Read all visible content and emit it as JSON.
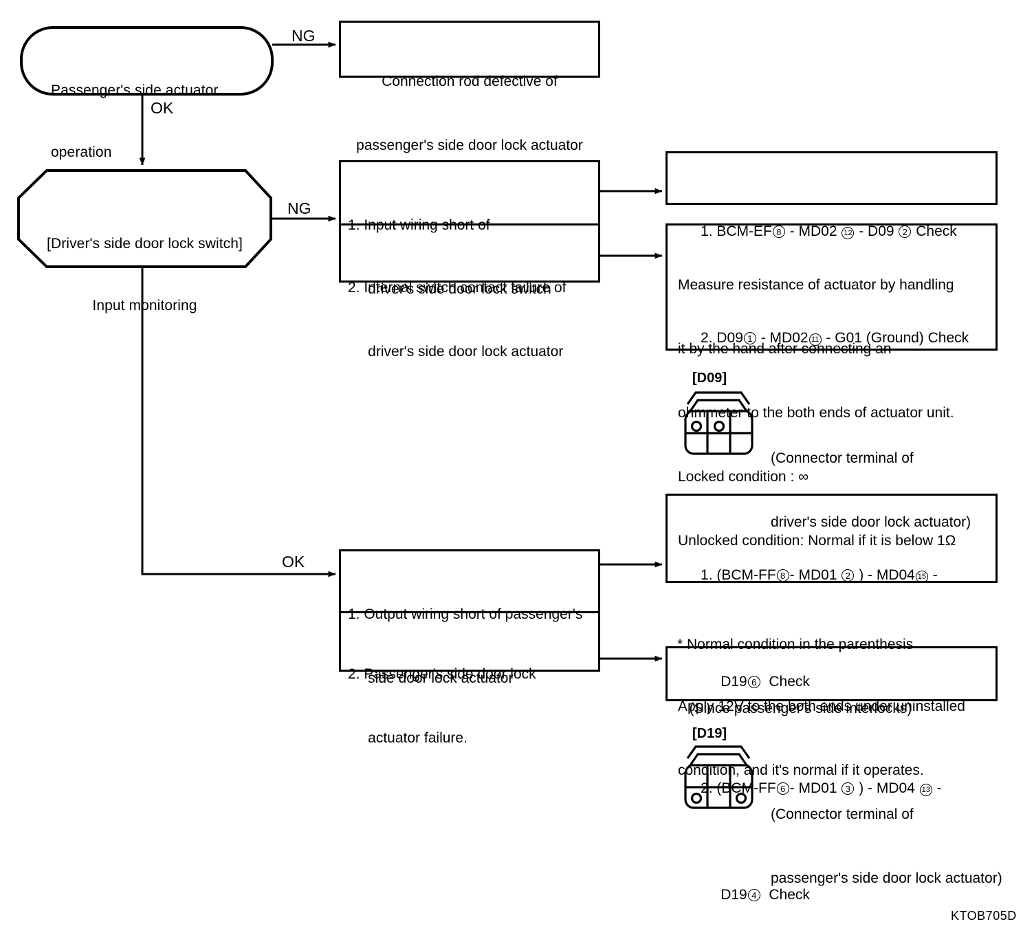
{
  "figure": {
    "code": "KTOB705D",
    "type": "troubleshooting-flowchart"
  },
  "nodes": {
    "start": {
      "shape": "rounded-rectangle",
      "line1": "Passenger's side actuator",
      "line2": "operation"
    },
    "decision": {
      "shape": "octagon",
      "line1": "[Driver's side door lock switch]",
      "line2": "Input monitoring"
    }
  },
  "edges": {
    "start_ng": "NG",
    "start_ok": "OK",
    "decision_ng": "NG",
    "decision_ok": "OK"
  },
  "boxes": {
    "connection_rod": {
      "line1": "Connection rod defective of",
      "line2": "passenger's side door lock actuator"
    },
    "ng_causes": {
      "item1_line1": "1. Input wiring short of",
      "item1_line2": "     driver's side door lock switch",
      "item2_line1": "2. Internal switch contact failure of",
      "item2_line2": "     driver's side door lock actuator"
    },
    "ok_causes": {
      "item1_line1": "1. Output wiring short of passenger's",
      "item1_line2": "     side door lock actuator",
      "item2_line1": "2. Passenger's side door lock",
      "item2_line2": "     actuator failure."
    },
    "check_d09": {
      "item1": {
        "pre": "1. BCM-EF",
        "n1": "8",
        "mid1": " - MD02 ",
        "n2": "12",
        "mid2": " - D09 ",
        "n3": "2",
        "post": " Check"
      },
      "item2": {
        "pre": "2. D09",
        "n1": "1",
        "mid1": " - MD02",
        "n2": "11",
        "mid2": " - G01 (Ground) Check"
      }
    },
    "measure_resistance": {
      "line1": "Measure resistance of actuator by handling",
      "line2": "it by the hand after connecting an",
      "line3": "ohmmeter to the both ends of actuator unit.",
      "line4": "Locked condition : ∞",
      "line5": "Unlocked condition: Normal if it is below 1Ω"
    },
    "check_d19": {
      "item1": {
        "pre": "1. (BCM-FF",
        "n1": "8",
        "mid1": "- MD01 ",
        "n2": "2",
        "mid2": " ) - MD04",
        "n3": "15",
        "post": " -",
        "line2_pre": "     D19",
        "n4": "6",
        "line2_post": "  Check"
      },
      "item2": {
        "pre": "2. (BCM-FF",
        "n1": "6",
        "mid1": "- MD01 ",
        "n2": "3",
        "mid2": " ) - MD04 ",
        "n3": "13",
        "post": " -",
        "line2_pre": "     D19",
        "n4": "4",
        "line2_post": "  Check"
      }
    },
    "parenthesis_note": {
      "line1": "* Normal condition in the parenthesis",
      "line2": "   (Since passenger's side interlocks)"
    },
    "apply_12v": {
      "line1": "Apply 12V to the both ends under uninstalled",
      "line2": "condition, and it's normal if it operates."
    }
  },
  "connectors": {
    "d09": {
      "label": "[D09]",
      "caption_line1": "(Connector terminal of",
      "caption_line2": "driver's side door lock actuator)",
      "pin_positions": "top-left, top-middle"
    },
    "d19": {
      "label": "[D19]",
      "caption_line1": "(Connector terminal of",
      "caption_line2": "passenger's side door lock actuator)",
      "pin_positions": "bottom-left, bottom-right"
    }
  }
}
